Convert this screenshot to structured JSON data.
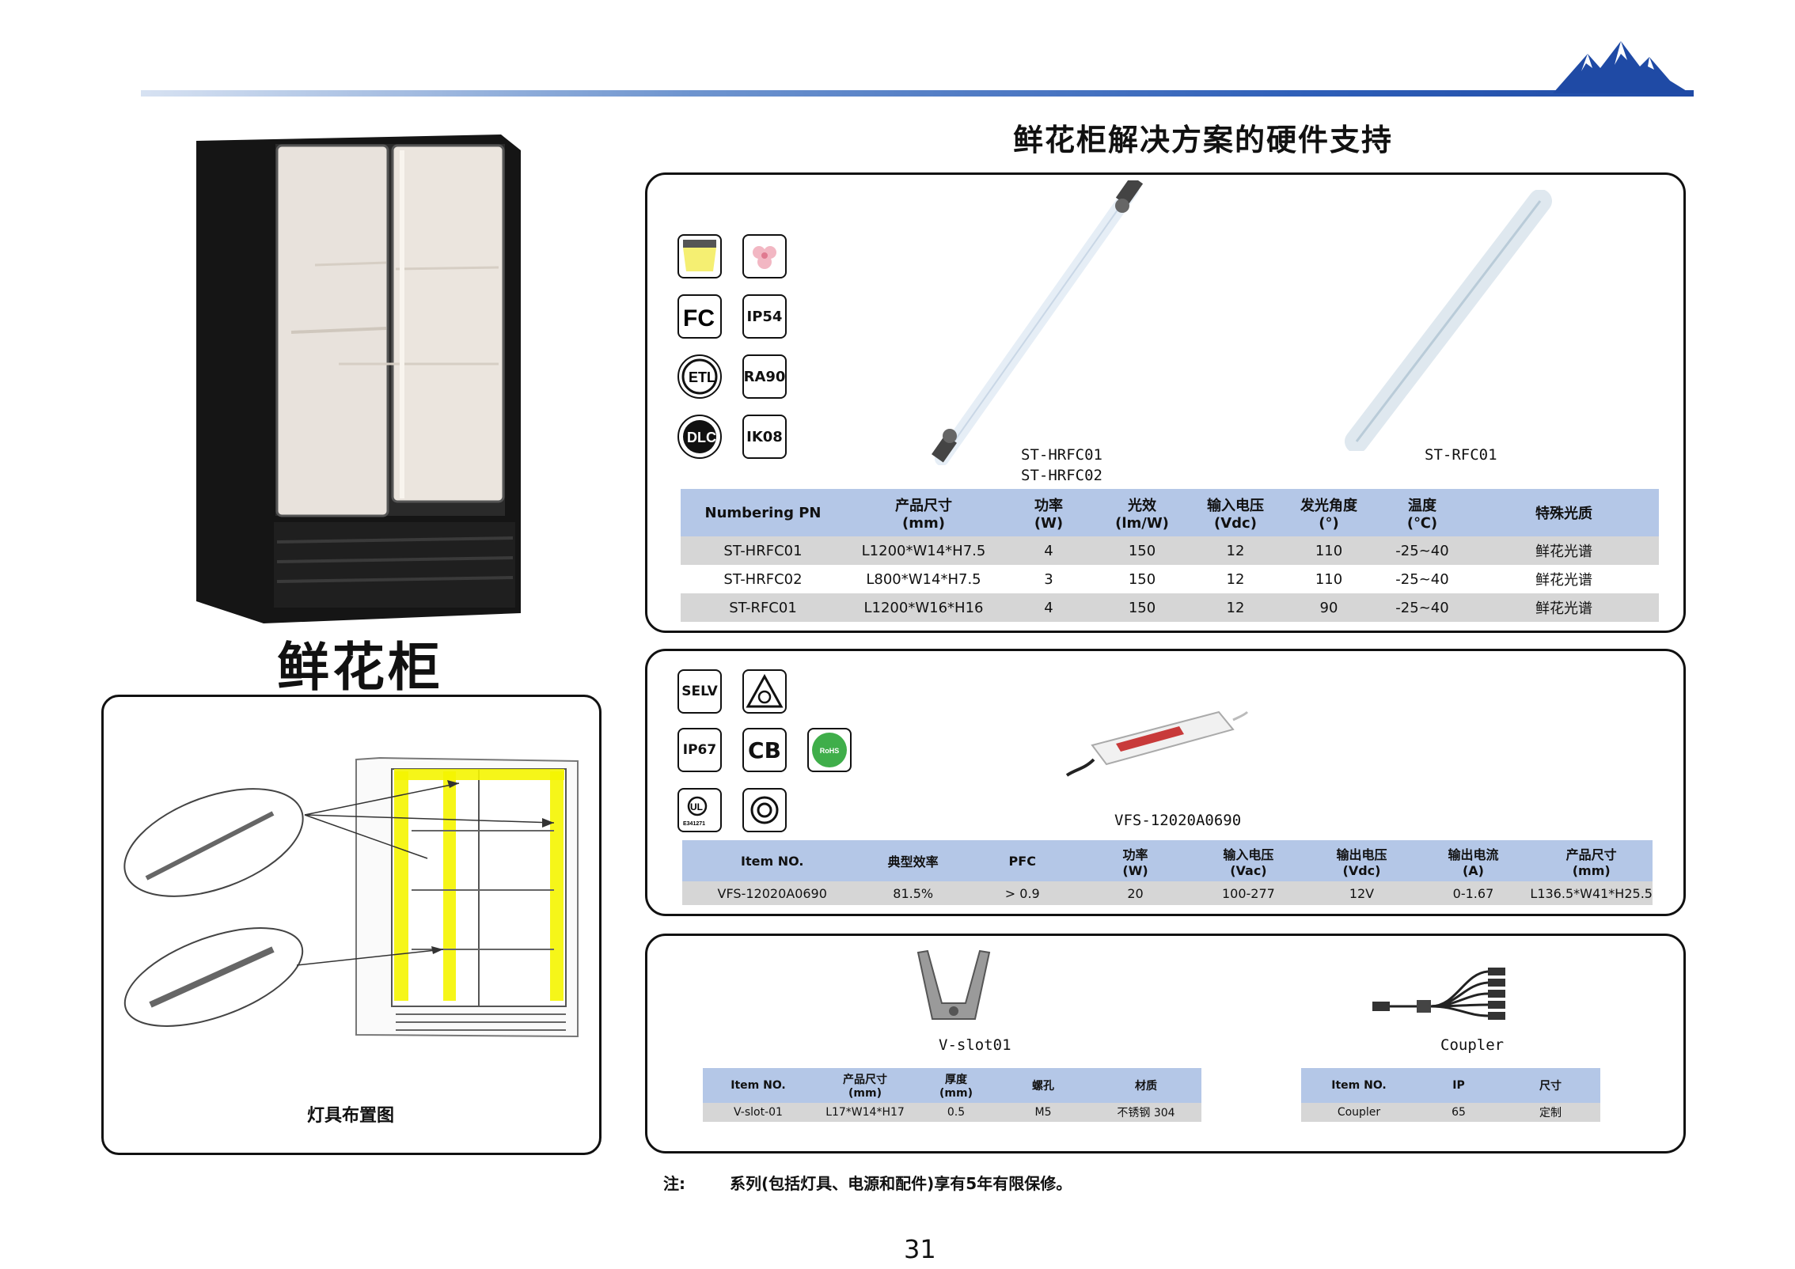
{
  "header": {
    "title": "鲜花柜解决方案的硬件支持"
  },
  "left": {
    "product_name": "鲜花柜",
    "layout_caption": "灯具布置图"
  },
  "panel1": {
    "badges": [
      "IP54",
      "RA90",
      "IK08"
    ],
    "product_labels": [
      "ST-HRFC01",
      "ST-HRFC02",
      "ST-RFC01"
    ],
    "table": {
      "headers": [
        [
          "Numbering PN",
          ""
        ],
        [
          "产品尺寸",
          "(mm)"
        ],
        [
          "功率",
          "(W)"
        ],
        [
          "光效",
          "(lm/W)"
        ],
        [
          "输入电压",
          "(Vdc)"
        ],
        [
          "发光角度",
          "(°)"
        ],
        [
          "温度",
          "(℃)"
        ],
        [
          "特殊光质",
          ""
        ]
      ],
      "rows": [
        [
          "ST-HRFC01",
          "L1200*W14*H7.5",
          "4",
          "150",
          "12",
          "110",
          "-25~40",
          "鲜花光谱"
        ],
        [
          "ST-HRFC02",
          "L800*W14*H7.5",
          "3",
          "150",
          "12",
          "110",
          "-25~40",
          "鲜花光谱"
        ],
        [
          "ST-RFC01",
          "L1200*W16*H16",
          "4",
          "150",
          "12",
          "90",
          "-25~40",
          "鲜花光谱"
        ]
      ]
    }
  },
  "panel2": {
    "badges": [
      "SELV",
      "IP67",
      "CB",
      "RoHS",
      "E341271"
    ],
    "product_label": "VFS-12020A0690",
    "table": {
      "headers": [
        [
          "Item NO.",
          ""
        ],
        [
          "典型效率",
          ""
        ],
        [
          "PFC",
          ""
        ],
        [
          "功率",
          "(W)"
        ],
        [
          "输入电压",
          "(Vac)"
        ],
        [
          "输出电压",
          "(Vdc)"
        ],
        [
          "输出电流",
          "(A)"
        ],
        [
          "产品尺寸",
          "(mm)"
        ]
      ],
      "rows": [
        [
          "VFS-12020A0690",
          "81.5%",
          "> 0.9",
          "20",
          "100-277",
          "12V",
          "0-1.67",
          "L136.5*W41*H25.5"
        ]
      ]
    }
  },
  "panel3": {
    "vslot": {
      "label": "V-slot01",
      "headers": [
        [
          "Item NO.",
          ""
        ],
        [
          "产品尺寸",
          "(mm)"
        ],
        [
          "厚度",
          "(mm)"
        ],
        [
          "螺孔",
          ""
        ],
        [
          "材质",
          ""
        ]
      ],
      "row": [
        "V-slot-01",
        "L17*W14*H17",
        "0.5",
        "M5",
        "不锈钢 304"
      ]
    },
    "coupler": {
      "label": "Coupler",
      "headers": [
        "Item NO.",
        "IP",
        "尺寸"
      ],
      "row": [
        "Coupler",
        "65",
        "定制"
      ]
    }
  },
  "footer": {
    "note_label": "注:",
    "note_text": "系列(包括灯具、电源和配件)享有5年有限保修。",
    "page_number": "31"
  },
  "colors": {
    "table_header": "#b4c7e7",
    "row_alt": "#d6d6d6",
    "rule_blue": "#2f5fb8",
    "highlight": "#f5f500"
  }
}
